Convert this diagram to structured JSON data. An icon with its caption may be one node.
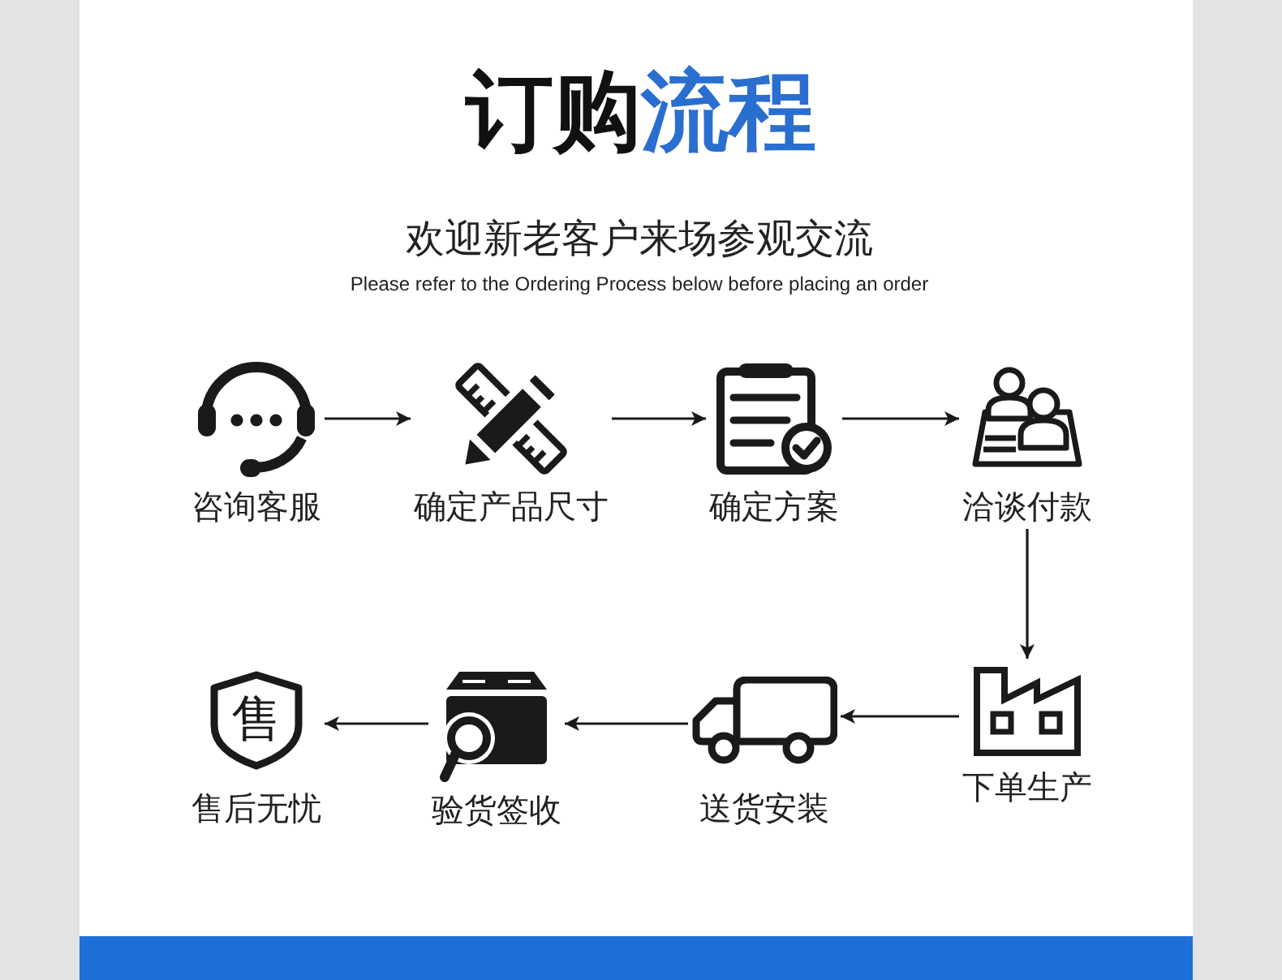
{
  "diagram": {
    "title": "订购**流程**",
    "nodes": [
      {
        "text": [
          "咨询客服"
        ]
      },
      {
        "text": [
          "确定产品尺寸"
        ]
      },
      {
        "text": [
          "确定方案"
        ]
      },
      {
        "text": [
          "洽谈付款"
        ]
      },
      {
        "text": [
          "下单生产"
        ]
      },
      {
        "text": [
          "送货安装"
        ]
      },
      {
        "text": [
          "验货签收"
        ]
      },
      {
        "text": [
          "售",
          "售后无忧"
        ]
      }
    ],
    "edges": [
      {
        "from": 0,
        "to": 1,
        "arrow": "to"
      },
      {
        "from": 1,
        "to": 2,
        "arrow": "to"
      },
      {
        "from": 2,
        "to": 3,
        "arrow": "to"
      },
      {
        "from": 3,
        "to": 4,
        "arrow": "to"
      },
      {
        "from": 4,
        "to": 5,
        "arrow": "to"
      },
      {
        "from": 5,
        "to": 6,
        "arrow": "to"
      },
      {
        "from": 6,
        "to": 7,
        "arrow": "to"
      }
    ],
    "labels": [
      "欢迎新老客户来场参观交流",
      "Please refer to the Ordering Process below before placing an order"
    ]
  }
}
